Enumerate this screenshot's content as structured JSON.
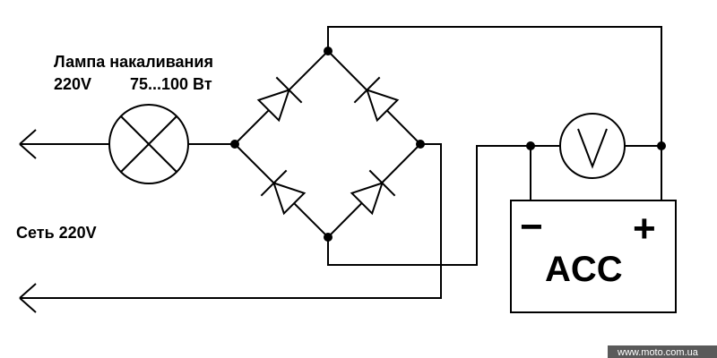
{
  "lamp_label": {
    "line1": "Лампа накаливания",
    "line2_voltage": "220V",
    "line2_power": "75...100 Вт"
  },
  "network_label": "Сеть 220V",
  "battery": {
    "label": "ACC",
    "minus": "−",
    "plus": "+"
  },
  "voltmeter_symbol": "V",
  "watermark": "www.moto.com.ua",
  "icons": [
    "lamp-icon",
    "diode-icon",
    "voltmeter-icon",
    "battery-icon",
    "arrow-left-icon"
  ]
}
